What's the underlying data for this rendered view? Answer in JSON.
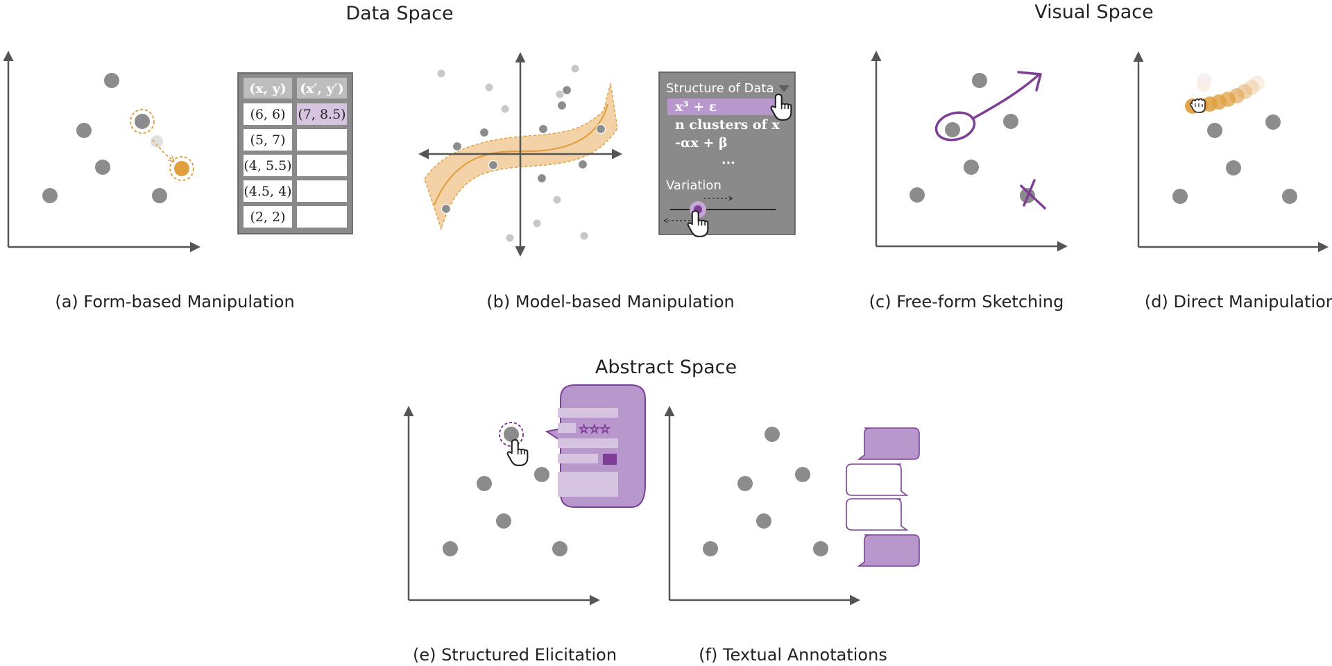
{
  "sections": {
    "data_space": "Data Space",
    "visual_space": "Visual Space",
    "abstract_space": "Abstract Space"
  },
  "captions": {
    "a": "(a) Form-based Manipulation",
    "b": "(b) Model-based Manipulation",
    "c": "(c) Free-form Sketching",
    "d": "(d) Direct Manipulation",
    "e": "(e) Structured Elicitation",
    "f": "(f) Textual Annotations"
  },
  "table": {
    "headers": [
      "(x, y)",
      "(x′, y′)"
    ],
    "rows": [
      [
        "(6, 6)",
        "(7, 8.5)"
      ],
      [
        "(5, 7)",
        ""
      ],
      [
        "(4, 5.5)",
        ""
      ],
      [
        "(4.5, 4)",
        ""
      ],
      [
        "(2, 2)",
        ""
      ]
    ]
  },
  "model_panel": {
    "title": "Structure of Data",
    "options": [
      "x³ + ε",
      "n clusters of x",
      "-αx + β",
      "..."
    ],
    "variation_label": "Variation"
  },
  "colors": {
    "point": "#8c8c8c",
    "axis": "#555555",
    "orange": "#e0a040",
    "orange_fill": "#f3d2a8",
    "purple": "#7d3e96",
    "purple_fill": "#b898cc",
    "panel_bg": "#8a8a8a",
    "table_bg": "#8a8a8a"
  },
  "icons": [
    "hand-pointer-icon",
    "grab-hand-icon",
    "star-rating-icon",
    "thumbs-down-icon",
    "speech-bubble-icon"
  ]
}
